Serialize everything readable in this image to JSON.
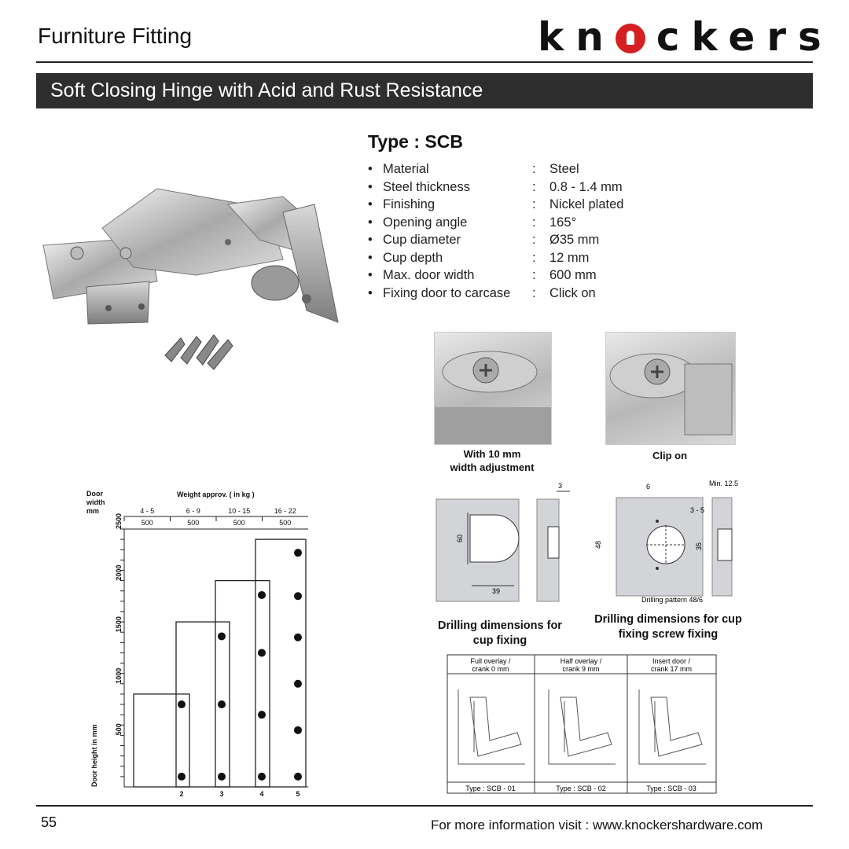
{
  "header": {
    "section_title": "Furniture Fitting",
    "brand": {
      "before": "kn",
      "after": "ckers",
      "keyhole_color": "#d41f23"
    }
  },
  "banner": {
    "title": "Soft Closing Hinge with Acid and Rust Resistance",
    "background": "#2e2e2e"
  },
  "product": {
    "type_title": "Type :  SCB",
    "specs": [
      {
        "key": "Material",
        "value": "Steel"
      },
      {
        "key": "Steel thickness",
        "value": "0.8 - 1.4 mm"
      },
      {
        "key": "Finishing",
        "value": "Nickel plated"
      },
      {
        "key": "Opening angle",
        "value": "165°"
      },
      {
        "key": "Cup diameter",
        "value": "Ø35 mm"
      },
      {
        "key": "Cup depth",
        "value": "12 mm"
      },
      {
        "key": "Max. door width",
        "value": "600 mm"
      },
      {
        "key": "Fixing door to carcase",
        "value": "Click on"
      }
    ]
  },
  "photos": {
    "adjust_caption_1": "With 10 mm",
    "adjust_caption_2": "width adjustment",
    "clip_caption": "Clip on"
  },
  "drilling": {
    "cup_caption_1": "Drilling dimensions for",
    "cup_caption_2": "cup fixing",
    "screw_caption_1": "Drilling dimensions for cup",
    "screw_caption_2": "fixing screw fixing",
    "pattern_label": "Drilling pattern 48/6",
    "dim_60": "60",
    "dim_39": "39",
    "dim_3": "3",
    "dim_6": "6",
    "dim_3_5": "3 - 5",
    "dim_48": "48",
    "dim_35": "35",
    "dim_min": "Min. 12.5"
  },
  "overlay_table": {
    "headers": [
      {
        "line1": "Full overlay /",
        "line2": "crank 0 mm"
      },
      {
        "line1": "Half overlay /",
        "line2": "crank 9 mm"
      },
      {
        "line1": "Insert door /",
        "line2": "crank 17 mm"
      }
    ],
    "footers": [
      "Type : SCB - 01",
      "Type : SCB - 02",
      "Type : SCB - 03"
    ]
  },
  "chart_data": {
    "type": "table",
    "title": "Weight approv. ( in kg )",
    "y_label_top": [
      "Door",
      "width",
      "mm"
    ],
    "ylabel": "Door height in mm",
    "weight_ranges": [
      "4 - 5",
      "6 - 9",
      "10 - 15",
      "16 - 22"
    ],
    "door_widths": [
      "500",
      "500",
      "500",
      "500"
    ],
    "y_ticks": [
      "500",
      "1000",
      "1500",
      "2000",
      "2500"
    ],
    "ylim": [
      0,
      2500
    ],
    "hinge_counts": [
      "2",
      "3",
      "4",
      "5"
    ],
    "zones": [
      {
        "hinges": 2,
        "max_height": 900
      },
      {
        "hinges": 3,
        "max_height": 1600
      },
      {
        "hinges": 4,
        "max_height": 2000
      },
      {
        "hinges": 5,
        "max_height": 2400
      }
    ],
    "hinge_positions_mm": [
      [
        100,
        800
      ],
      [
        100,
        800,
        1460
      ],
      [
        100,
        700,
        1300,
        1860
      ],
      [
        100,
        550,
        1000,
        1450,
        1850,
        2270
      ]
    ]
  },
  "footer": {
    "page_number": "55",
    "info": "For more information visit : www.knockershardware.com"
  }
}
